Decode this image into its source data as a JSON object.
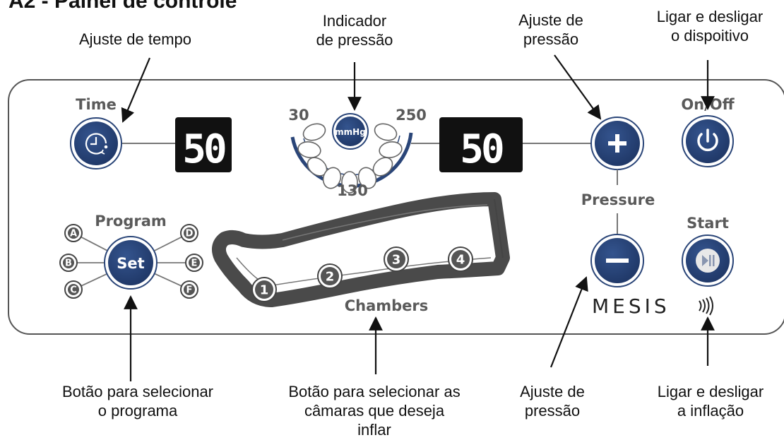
{
  "header": {
    "title": "A2 - Painel de controle"
  },
  "annotations": {
    "time_adjust": "Ajuste de tempo",
    "pressure_indicator": [
      "Indicador",
      "de pressão"
    ],
    "pressure_adjust_top": [
      "Ajuste de",
      "pressão"
    ],
    "power": [
      "Ligar e desligar",
      "o dispoitivo"
    ],
    "program_button": [
      "Botão para selecionar",
      "o programa"
    ],
    "chambers_button": [
      "Botão para selecionar as",
      "câmaras que deseja",
      "inflar"
    ],
    "pressure_adjust_bottom": [
      "Ajuste de",
      "pressão"
    ],
    "inflation": [
      "Ligar e desligar",
      "a inflação"
    ]
  },
  "panel": {
    "time_label": "Time",
    "time_display": "50",
    "pressure_display": "50",
    "gauge_unit": "mmHg",
    "gauge_min": "30",
    "gauge_mid": "130",
    "gauge_max": "250",
    "program_label": "Program",
    "set_button": "Set",
    "program_letters": [
      "A",
      "B",
      "C",
      "D",
      "E",
      "F"
    ],
    "chambers_label": "Chambers",
    "chamber_numbers": [
      "1",
      "2",
      "3",
      "4"
    ],
    "pressure_label": "Pressure",
    "plus_symbol": "+",
    "minus_symbol": "−",
    "onoff_label": "On/Off",
    "start_label": "Start",
    "brand": "MESIS"
  },
  "icons": {
    "time": "clock-icon",
    "power": "power-icon",
    "start": "play-pause-icon",
    "gauge": "gauge-icon",
    "leg": "leg-cuff-icon"
  },
  "colors": {
    "button_blue": "#2a4578",
    "display_black": "#111111",
    "panel_border": "#555555",
    "label_gray": "#5a5a5a"
  }
}
